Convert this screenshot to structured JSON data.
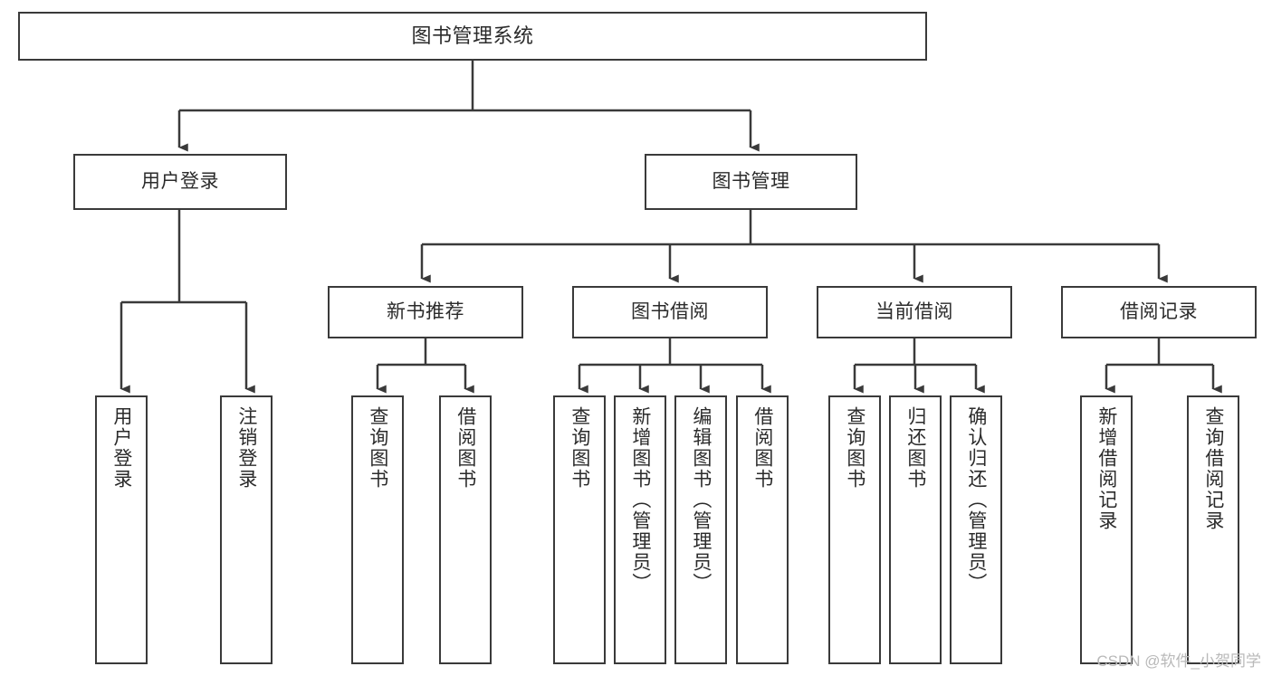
{
  "diagram": {
    "title": "图书管理系统",
    "type": "tree",
    "watermark": "CSDN @软件_小贺同学",
    "colors": {
      "box_border": "#3a3a3a",
      "box_fill": "#ffffff",
      "line": "#3a3a3a",
      "text": "#2b2b2b",
      "watermark": "#b9b9b9",
      "background": "#ffffff"
    },
    "nodes": {
      "root": {
        "label": "图书管理系统"
      },
      "level2": [
        {
          "label": "用户登录"
        },
        {
          "label": "图书管理"
        }
      ],
      "level3": [
        {
          "label": "新书推荐"
        },
        {
          "label": "图书借阅"
        },
        {
          "label": "当前借阅"
        },
        {
          "label": "借阅记录"
        }
      ],
      "leaves": {
        "user_login": [
          {
            "label": "用户登录"
          },
          {
            "label": "注销登录"
          }
        ],
        "new_book": [
          {
            "label": "查询图书"
          },
          {
            "label": "借阅图书"
          }
        ],
        "book_borrow": [
          {
            "label": "查询图书"
          },
          {
            "label": "新增图书（管理员）"
          },
          {
            "label": "编辑图书（管理员）"
          },
          {
            "label": "借阅图书"
          }
        ],
        "current_borrow": [
          {
            "label": "查询图书"
          },
          {
            "label": "归还图书"
          },
          {
            "label": "确认归还（管理员）"
          }
        ],
        "borrow_record": [
          {
            "label": "新增借阅记录"
          },
          {
            "label": "查询借阅记录"
          }
        ]
      }
    }
  }
}
